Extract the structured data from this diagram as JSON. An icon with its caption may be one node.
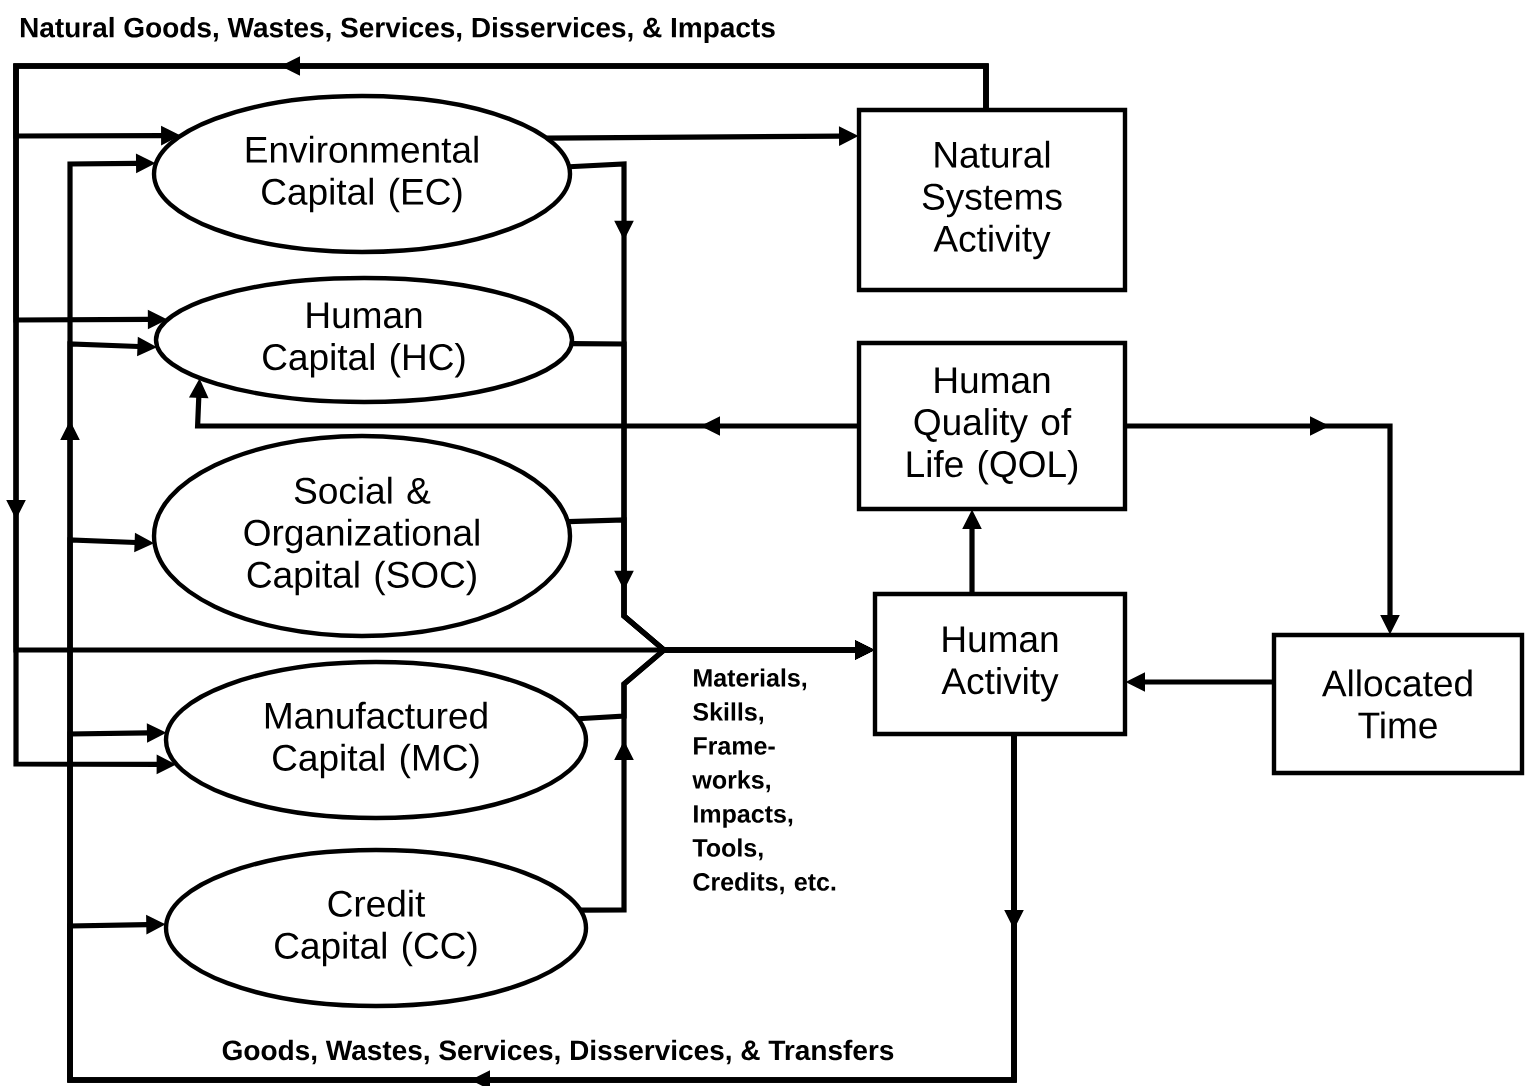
{
  "diagram": {
    "nodes": [
      {
        "text": [
          "Environmental Capital (EC)"
        ]
      },
      {
        "text": [
          "Human Capital (HC)"
        ]
      },
      {
        "text": [
          "Social & Organizational Capital (SOC)"
        ]
      },
      {
        "text": [
          "Manufactured Capital (MC)"
        ]
      },
      {
        "text": [
          "Credit Capital (CC)"
        ]
      },
      {
        "text": [
          "Natural Systems Activity"
        ]
      },
      {
        "text": [
          "Human Quality of Life (QOL)"
        ]
      },
      {
        "text": [
          "Human Activity"
        ]
      },
      {
        "text": [
          "Allocated Time"
        ]
      }
    ],
    "edges": [
      {
        "from": 0,
        "to": 5,
        "arrow": "to"
      },
      {
        "from": 5,
        "to": 0,
        "arrow": "to"
      },
      {
        "from": 5,
        "to": 1,
        "arrow": "to"
      },
      {
        "from": 5,
        "to": 3,
        "arrow": "to"
      },
      {
        "from": 5,
        "to": 7,
        "arrow": "to"
      },
      {
        "from": 0,
        "to": 7,
        "arrow": "to"
      },
      {
        "from": 1,
        "to": 7,
        "arrow": "to"
      },
      {
        "from": 2,
        "to": 7,
        "arrow": "to"
      },
      {
        "from": 3,
        "to": 7,
        "arrow": "to"
      },
      {
        "from": 4,
        "to": 7,
        "arrow": "to"
      },
      {
        "from": 7,
        "to": 0,
        "arrow": "to"
      },
      {
        "from": 7,
        "to": 1,
        "arrow": "to"
      },
      {
        "from": 7,
        "to": 2,
        "arrow": "to"
      },
      {
        "from": 7,
        "to": 3,
        "arrow": "to"
      },
      {
        "from": 7,
        "to": 4,
        "arrow": "to"
      },
      {
        "from": 6,
        "to": 1,
        "arrow": "to"
      },
      {
        "from": 6,
        "to": 8,
        "arrow": "to"
      },
      {
        "from": 7,
        "to": 6,
        "arrow": "to"
      },
      {
        "from": 8,
        "to": 7,
        "arrow": "to"
      }
    ],
    "labels": [
      "Natural Goods, Wastes, Services, Disservices, & Impacts",
      "Materials, Skills, Frame- works, Impacts, Tools, Credits, etc.",
      "Goods, Wastes, Services, Disservices, & Transfers"
    ]
  }
}
